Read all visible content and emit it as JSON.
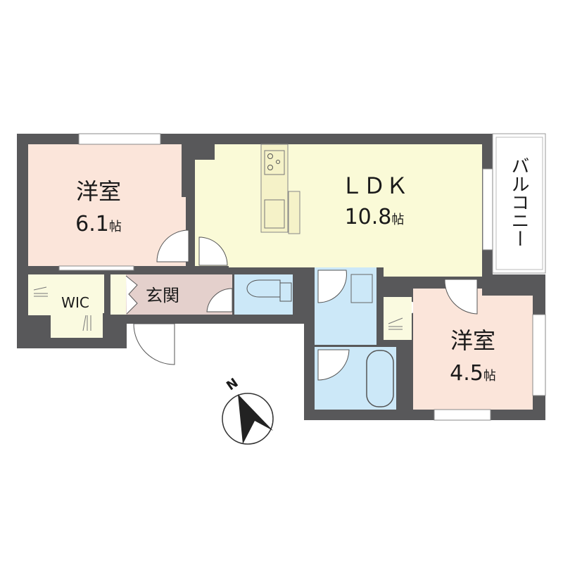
{
  "rooms": {
    "western1": {
      "name": "洋室",
      "size": "6.1",
      "unit": "帖"
    },
    "ldk": {
      "name": "ＬＤＫ",
      "size": "10.8",
      "unit": "帖"
    },
    "western2": {
      "name": "洋室",
      "size": "4.5",
      "unit": "帖"
    },
    "wic": {
      "name": "WIC"
    },
    "entrance": {
      "name": "玄関"
    },
    "balcony": {
      "name": "バルコニー"
    }
  },
  "compass": {
    "label": "N"
  },
  "colors": {
    "wall": "#58585a",
    "western": "#fbe5da",
    "ldk": "#fafad7",
    "wet": "#cce8f8",
    "entrance": "#e4d0cc",
    "storage": "#fafae0"
  }
}
